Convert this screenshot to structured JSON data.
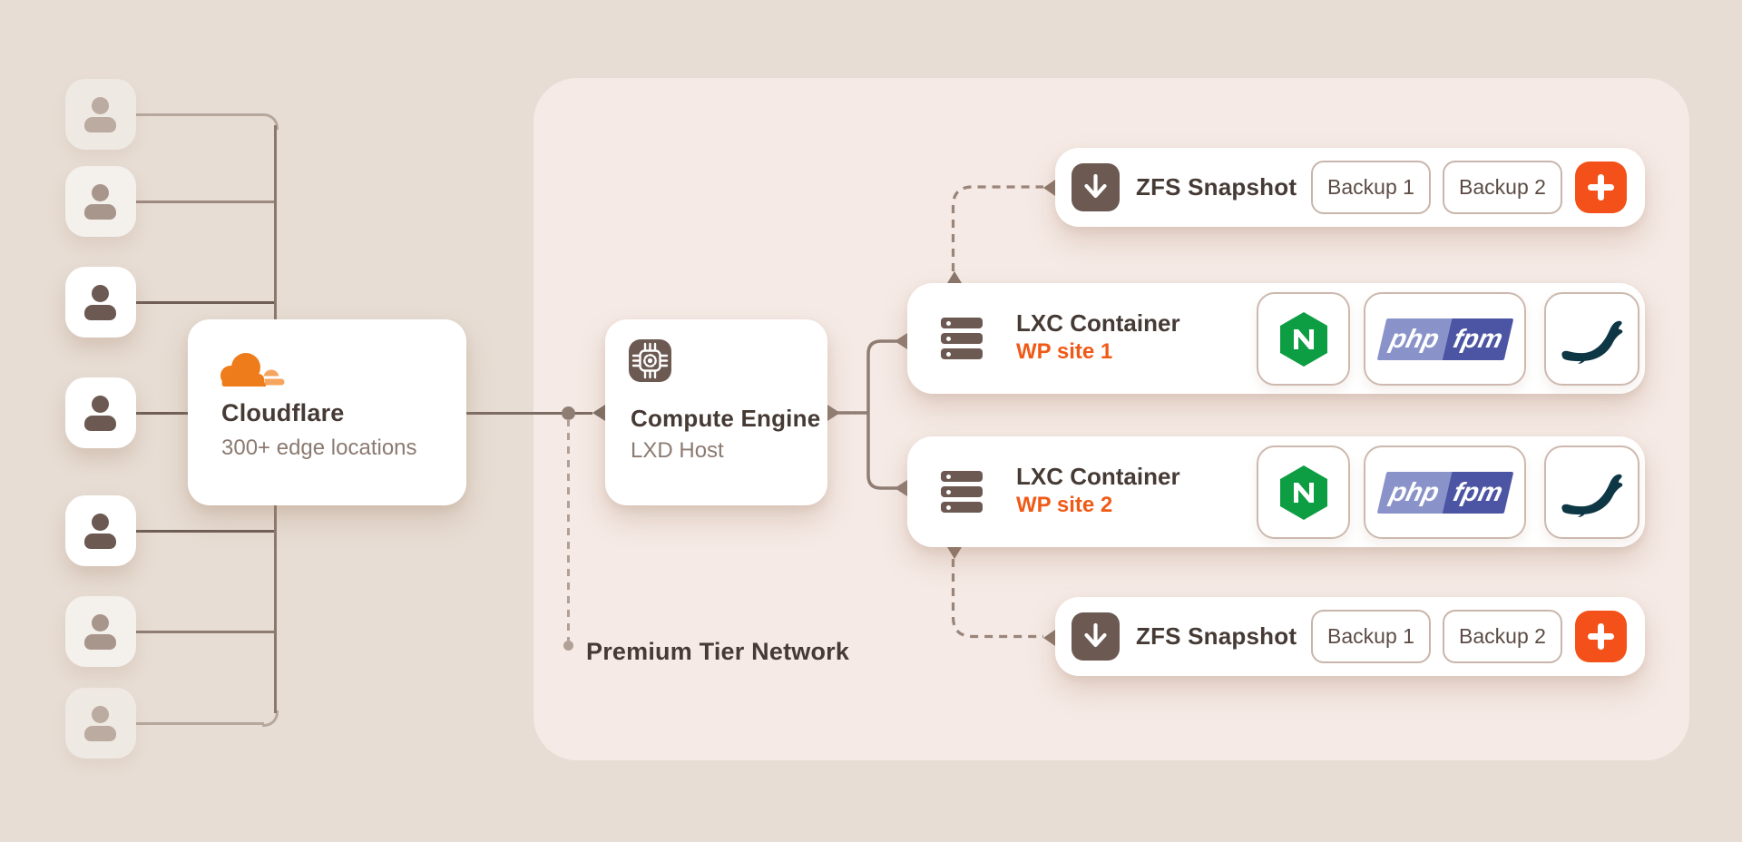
{
  "cloudflare": {
    "title": "Cloudflare",
    "subtitle": "300+ edge locations",
    "icon": "cloudflare-cloud-icon"
  },
  "compute": {
    "title": "Compute Engine",
    "subtitle": "LXD Host",
    "icon": "cpu-chip-icon"
  },
  "network": {
    "label": "Premium Tier Network"
  },
  "users": {
    "count": 7,
    "icon": "user-person-icon"
  },
  "containers": [
    {
      "title": "LXC Container",
      "site": "WP site 1",
      "icon": "server-stack-icon",
      "services": [
        {
          "name": "nginx",
          "icon": "nginx-icon",
          "letter": "N"
        },
        {
          "name": "php-fpm",
          "icon": "php-fpm-logo",
          "text_left": "php",
          "text_right": "fpm"
        },
        {
          "name": "mariadb",
          "icon": "mariadb-seal-icon"
        }
      ]
    },
    {
      "title": "LXC Container",
      "site": "WP site 2",
      "icon": "server-stack-icon",
      "services": [
        {
          "name": "nginx",
          "icon": "nginx-icon",
          "letter": "N"
        },
        {
          "name": "php-fpm",
          "icon": "php-fpm-logo",
          "text_left": "php",
          "text_right": "fpm"
        },
        {
          "name": "mariadb",
          "icon": "mariadb-seal-icon"
        }
      ]
    }
  ],
  "snapshots": [
    {
      "title": "ZFS Snapshot",
      "icon": "download-arrow-icon",
      "backups": [
        "Backup 1",
        "Backup 2"
      ],
      "add_button": "+"
    },
    {
      "title": "ZFS Snapshot",
      "icon": "download-arrow-icon",
      "backups": [
        "Backup 1",
        "Backup 2"
      ],
      "add_button": "+"
    }
  ],
  "colors": {
    "background": "#e7ddd4",
    "panel": "#f5eae5",
    "card": "#ffffff",
    "title_text": "#463a35",
    "muted_text": "#8b7a71",
    "icon_brown": "#6b5952",
    "orange_accent": "#f4511a",
    "wp_orange": "#f05a17",
    "cloudflare_orange": "#ef7c1a",
    "cloudflare_orange_light": "#f7a55e",
    "nginx_green": "#0d9e43",
    "php_light": "#8a93c9",
    "php_dark": "#4c55a3",
    "mariadb_navy": "#0e3745",
    "line": "#8f7d74",
    "dashed_line": "#9a857a"
  }
}
